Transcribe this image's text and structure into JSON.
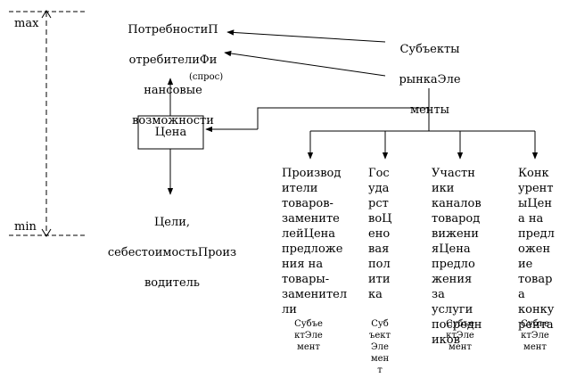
{
  "axis": {
    "max_label": "max",
    "min_label": "min"
  },
  "top_box": {
    "line1": "ПотребностиП",
    "line2": "отребителиФи",
    "line3": "нансовые",
    "line4": "возможности",
    "note": "(спрос)"
  },
  "subjects_top": {
    "line1": "Субъекты",
    "line2": "рынкаЭле",
    "line3": "менты"
  },
  "price": {
    "label": "Цена"
  },
  "goals": {
    "line1": "Цели,",
    "line2": "себестоимостьПроиз",
    "line3": "водитель"
  },
  "columns": [
    {
      "text": "Производ\nители\nтоваров-\nзамените\nлейЦена\nпредложе\nния на\nтовары-\nзаменител\nли",
      "sub": "Субъе\nктЭле\nмент"
    },
    {
      "text": "Гос\nуда\nрст\nвоЦ\nено\nвая\nпол\nити\nка",
      "sub": "Суб\nъект\nЭле\nмен\nт"
    },
    {
      "text": "Участн\nики\nканалов\nтоварод\nвижени\nяЦена\nпредло\nжения\nза\nуслуги\nпосредн\nиков",
      "sub": "Субъе\nктЭле\nмент"
    },
    {
      "text": "Конк\nурент\nыЦен\nа на\nпредл\nожен\nие\nтовар\nа\nконку\nрента",
      "sub": "Субъе\nктЭле\nмент"
    }
  ]
}
